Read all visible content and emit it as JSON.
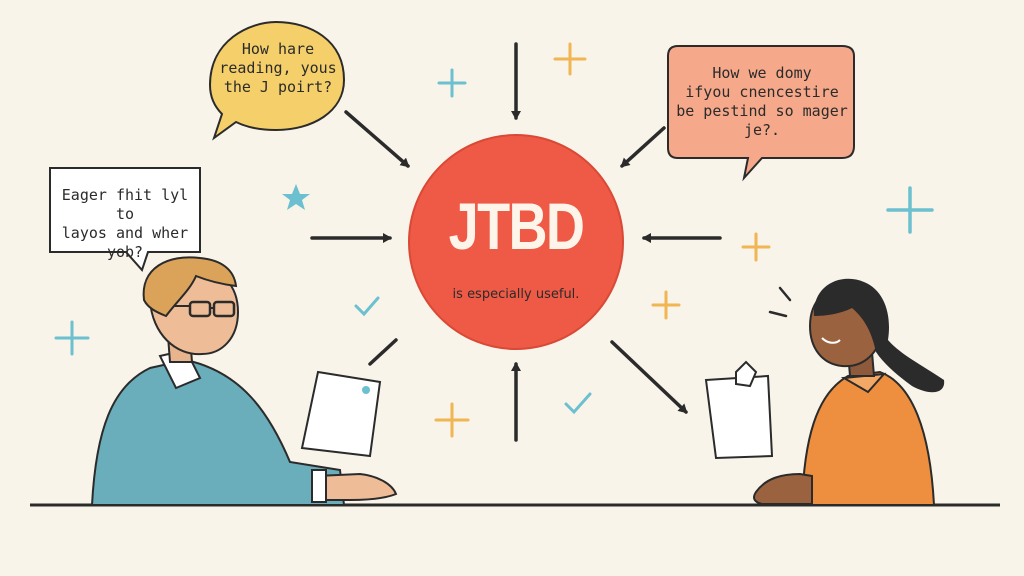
{
  "core": {
    "title": "JTBD",
    "caption": "is especially useful."
  },
  "bubbles": {
    "top_left": [
      "How hare",
      "reading, yous",
      "the J poirt?"
    ],
    "top_right": [
      "How we domy",
      "ifyou cnencestire",
      "be pestind so mager",
      "je?."
    ],
    "left": [
      "Eager fhit lyl to",
      "layos and wher",
      "yob?"
    ]
  },
  "colors": {
    "background": "#f8f4ea",
    "core_circle": "#ee5a45",
    "yellow_bubble": "#f5cf6a",
    "salmon_bubble": "#f6a98a",
    "teal_accent": "#6cc0cf",
    "orange_accent": "#f1b552",
    "man_shirt": "#6aaebb",
    "woman_shirt": "#ee8f3f"
  },
  "icons": [
    "arrow-icon",
    "sparkle-plus-icon",
    "star-icon",
    "checkmark-icon",
    "document-icon"
  ]
}
